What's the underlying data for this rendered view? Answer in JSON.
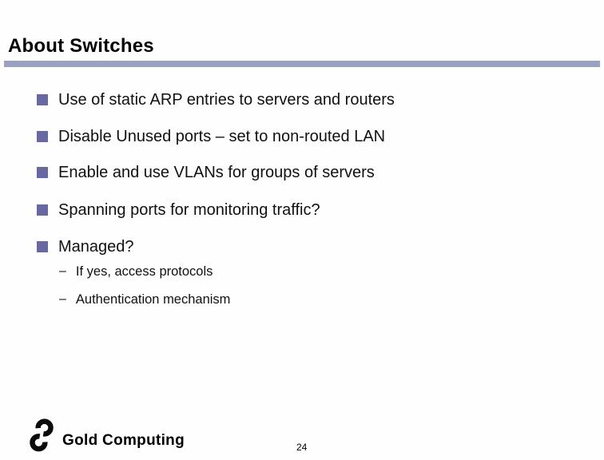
{
  "slide": {
    "title": "About Switches",
    "bullets": [
      {
        "text": "Use of static ARP entries to servers and routers"
      },
      {
        "text": "Disable Unused ports – set to non-routed LAN"
      },
      {
        "text": "Enable and use VLANs for groups of servers"
      },
      {
        "text": "Spanning ports for monitoring traffic?"
      },
      {
        "text": "Managed?"
      }
    ],
    "sub_bullets": [
      {
        "dash": "–",
        "text": "If yes, access protocols"
      },
      {
        "dash": "–",
        "text": "Authentication mechanism"
      }
    ]
  },
  "footer": {
    "logo_icon": "interlocked-s-logo",
    "brand": "Gold Computing",
    "page_number": "24"
  },
  "colors": {
    "accent_bar": "#99a3c1",
    "bullet_square": "#6868a3",
    "text": "#111111",
    "background": "#fffeff"
  }
}
